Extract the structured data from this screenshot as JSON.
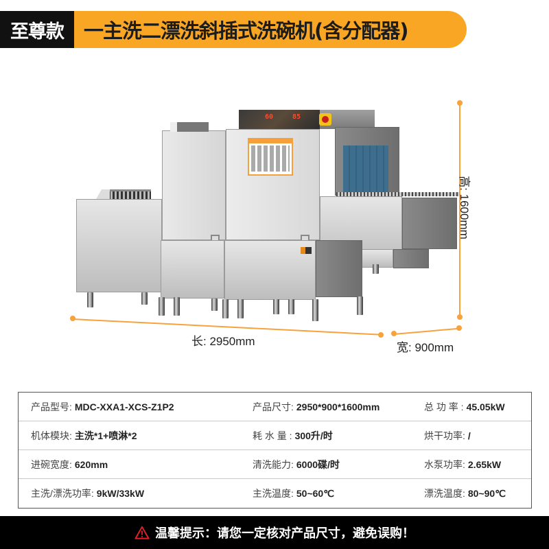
{
  "header": {
    "badge": "至尊款",
    "title": "一主洗二漂洗斜插式洗碗机(含分配器)"
  },
  "dimensions": {
    "height_label": "高: 1600mm",
    "length_label": "长: 2950mm",
    "width_label": "宽: 900mm"
  },
  "machine": {
    "panel_left_display": "60",
    "panel_right_display": "85",
    "accent_color": "#F9A624",
    "tank_window_color": "#3E6E8E"
  },
  "specs": {
    "rows": [
      [
        {
          "label": "产品型号:",
          "value": "MDC-XXA1-XCS-Z1P2"
        },
        {
          "label": "产品尺寸:",
          "value": "2950*900*1600mm"
        },
        {
          "label": "总 功 率 :",
          "value": "45.05kW"
        }
      ],
      [
        {
          "label": "机体模块:",
          "value": "主洗*1+喷淋*2"
        },
        {
          "label": "耗 水 量 :",
          "value": "300升/时"
        },
        {
          "label": "烘干功率:",
          "value": "/"
        }
      ],
      [
        {
          "label": "进碗宽度:",
          "value": "620mm"
        },
        {
          "label": "清洗能力:",
          "value": "6000碟/时"
        },
        {
          "label": "水泵功率:",
          "value": "2.65kW"
        }
      ],
      [
        {
          "label": "主洗/漂洗功率:",
          "value": "9kW/33kW"
        },
        {
          "label": "主洗温度:",
          "value": "50~60℃"
        },
        {
          "label": "漂洗温度:",
          "value": "80~90℃"
        }
      ]
    ]
  },
  "footer": {
    "warning_text": "温馨提示：请您一定核对产品尺寸，避免误购！",
    "icon": "warning-triangle-icon",
    "icon_color": "#E0202A"
  }
}
